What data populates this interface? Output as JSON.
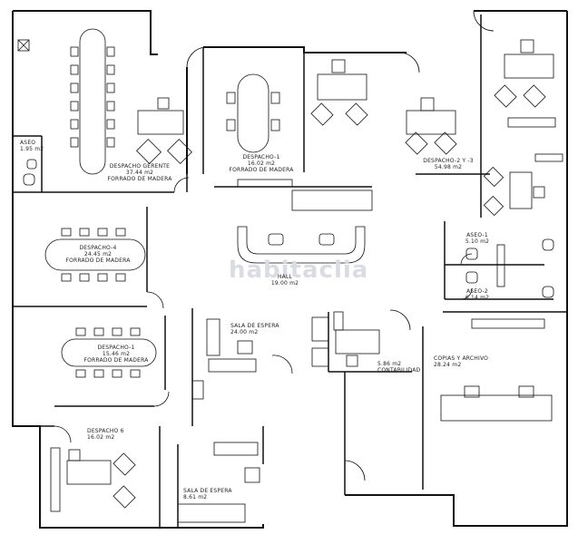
{
  "watermark": "habitaclia",
  "rooms": {
    "despacho_gerente": {
      "name": "DESPACHO GERENTE",
      "area": "37.44 m2",
      "note": "FORRADO DE MADERA"
    },
    "despacho_1_top": {
      "name": "DESPACHO-1",
      "area": "16.02 m2",
      "note": "FORRADO DE MADERA"
    },
    "despacho_2_3": {
      "name": "DESPACHO-2 Y -3",
      "area": "54.98 m2"
    },
    "aseo_top": {
      "name": "ASEO",
      "area": "1.95 m2"
    },
    "despacho_4": {
      "name": "DESPACHO-4",
      "area": "24.45 m2",
      "note": "FORRADO DE MADERA"
    },
    "hall": {
      "name": "HALL",
      "area": "19.00 m2"
    },
    "aseo_1": {
      "name": "ASEO-1",
      "area": "5.10 m2"
    },
    "aseo_2": {
      "name": "ASEO-2",
      "area": "6.14 m2"
    },
    "despacho_1_mid": {
      "name": "DESPACHO-1",
      "area": "15.46 m2",
      "note": "FORRADO DE MADERA"
    },
    "sala_espera_1": {
      "name": "SALA DE ESPERA",
      "area": "24.00 m2"
    },
    "contabilidad": {
      "area": "5.86 m2",
      "name": "CONTABILIDAD"
    },
    "copias_archivo": {
      "name": "COPIAS Y ARCHIVO",
      "area": "28.24 m2"
    },
    "despacho_6": {
      "name": "DESPACHO 6",
      "area": "16.02 m2"
    },
    "sala_espera_2": {
      "name": "SALA DE ESPERA",
      "area": "8.61 m2"
    }
  }
}
